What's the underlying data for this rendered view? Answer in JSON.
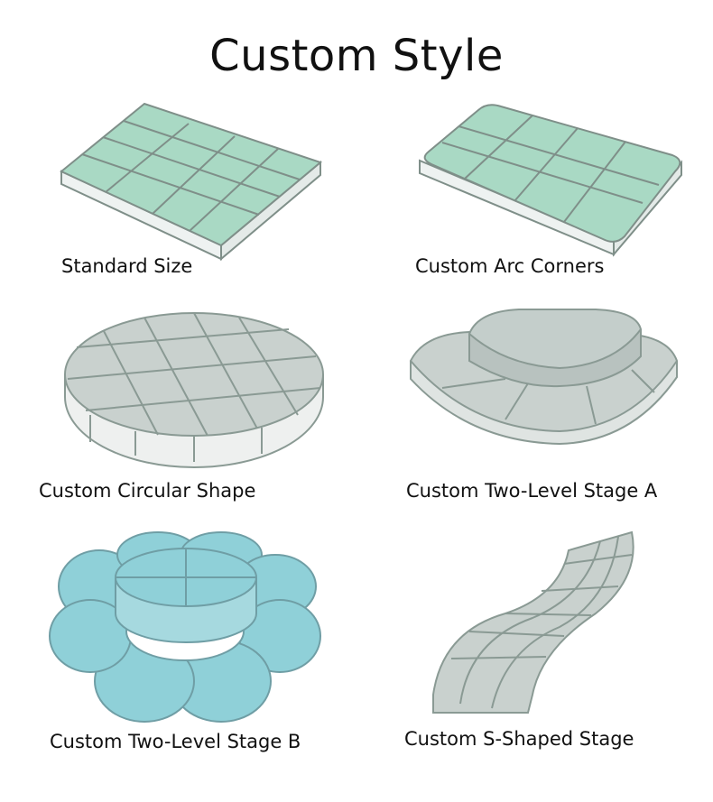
{
  "title": "Custom Style",
  "items": [
    {
      "label": "Standard Size"
    },
    {
      "label": "Custom Arc Corners"
    },
    {
      "label": "Custom Circular Shape"
    },
    {
      "label": "Custom Two-Level Stage A"
    },
    {
      "label": "Custom Two-Level Stage B"
    },
    {
      "label": "Custom S-Shaped Stage"
    }
  ],
  "colors": {
    "green_glass": "#a9d9c4",
    "frame": "#8a9a94",
    "gray_glass": "#c9d1ce",
    "blue_glass": "#8fd0d8"
  }
}
